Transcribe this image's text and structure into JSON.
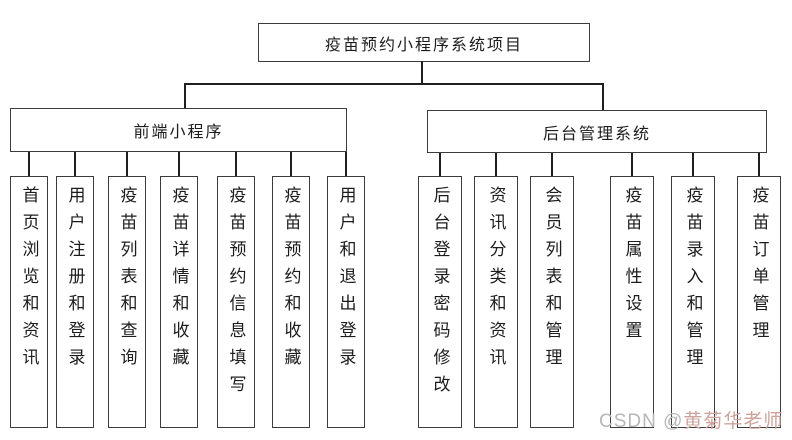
{
  "diagram": {
    "root": {
      "label": "疫苗预约小程序系统项目"
    },
    "frontend": {
      "label": "前端小程序",
      "items": [
        {
          "label": "首页浏览和资讯"
        },
        {
          "label": "用户注册和登录"
        },
        {
          "label": "疫苗列表和查询"
        },
        {
          "label": "疫苗详情和收藏"
        },
        {
          "label": "疫苗预约信息填写"
        },
        {
          "label": "疫苗预约和收藏"
        },
        {
          "label": "用户和退出登录"
        }
      ]
    },
    "backend": {
      "label": "后台管理系统",
      "items": [
        {
          "label": "后台登录密码修改"
        },
        {
          "label": "资讯分类和资讯"
        },
        {
          "label": "会员列表和管理"
        },
        {
          "label": "疫苗属性设置"
        },
        {
          "label": "疫苗录入和管理"
        },
        {
          "label": "疫苗订单管理"
        }
      ]
    },
    "watermark": {
      "prefix": "CSDN @",
      "name": "黄菊华老师"
    },
    "colors": {
      "background": "#ffffff",
      "box_border": "#3c3c3c",
      "connector_line": "#1f1f1f",
      "watermark_gray": "#b7b7b7",
      "watermark_red": "#cda49c"
    }
  }
}
